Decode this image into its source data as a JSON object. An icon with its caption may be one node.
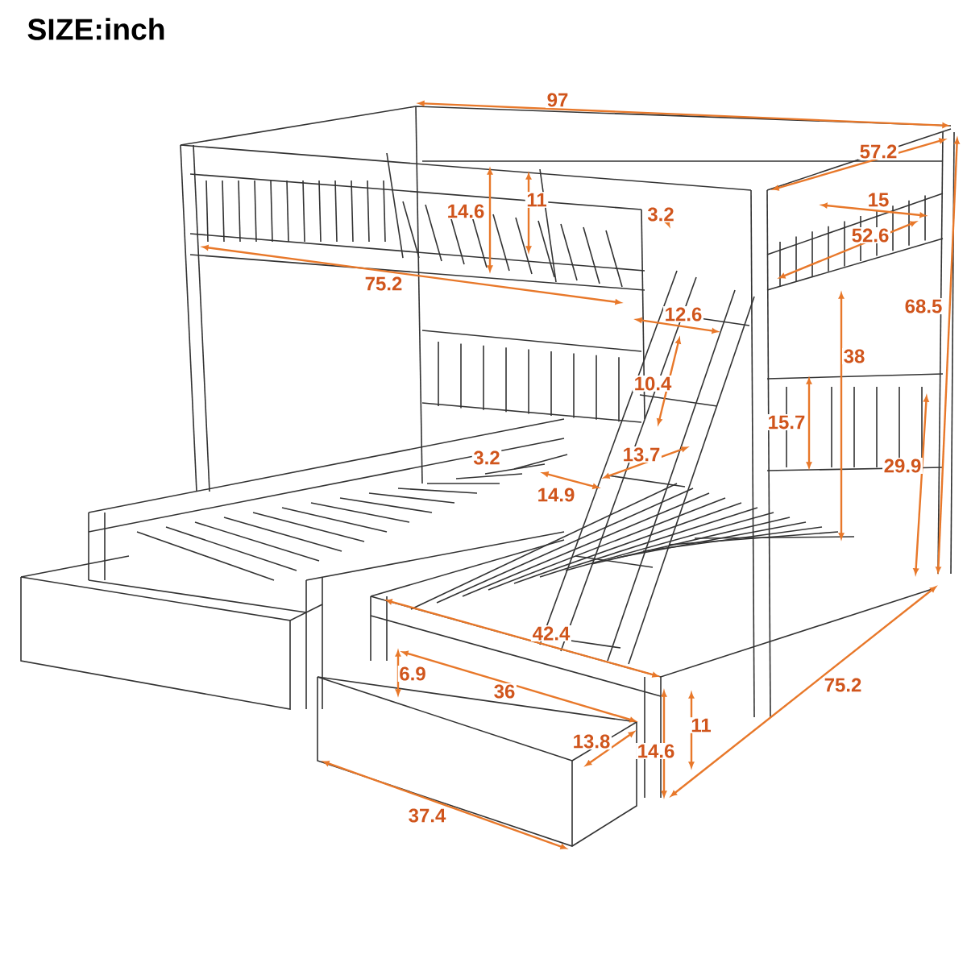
{
  "diagram": {
    "title": "SIZE:inch",
    "labels": [
      "97",
      "57.2",
      "11",
      "15",
      "14.6",
      "3.2",
      "52.6",
      "75.2",
      "12.6",
      "68.5",
      "38",
      "10.4",
      "15.7",
      "3.2",
      "13.7",
      "29.9",
      "14.9",
      "42.4",
      "6.9",
      "36",
      "75.2",
      "11",
      "13.8",
      "14.6",
      "37.4"
    ]
  }
}
